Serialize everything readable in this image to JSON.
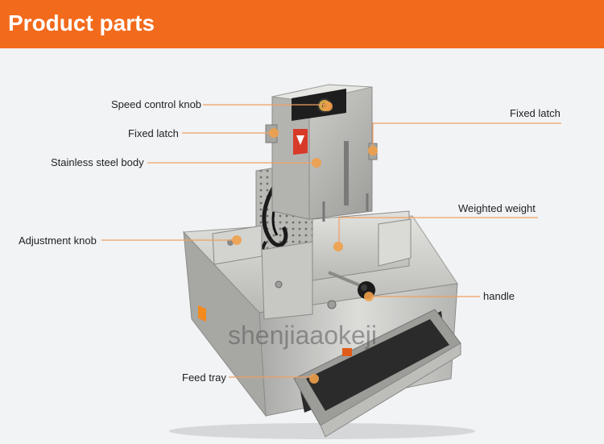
{
  "header": {
    "title": "Product parts"
  },
  "callouts": {
    "speed_control_knob": "Speed control knob",
    "fixed_latch_left": "Fixed latch",
    "fixed_latch_right": "Fixed latch",
    "stainless_steel_body": "Stainless steel body",
    "weighted_weight": "Weighted weight",
    "adjustment_knob": "Adjustment knob",
    "handle": "handle",
    "feed_tray": "Feed tray"
  },
  "watermark": "shenjiaaokeji",
  "colors": {
    "accent": "#f26a1b",
    "leader": "#f0a060",
    "steel": "#c9c9c6"
  }
}
